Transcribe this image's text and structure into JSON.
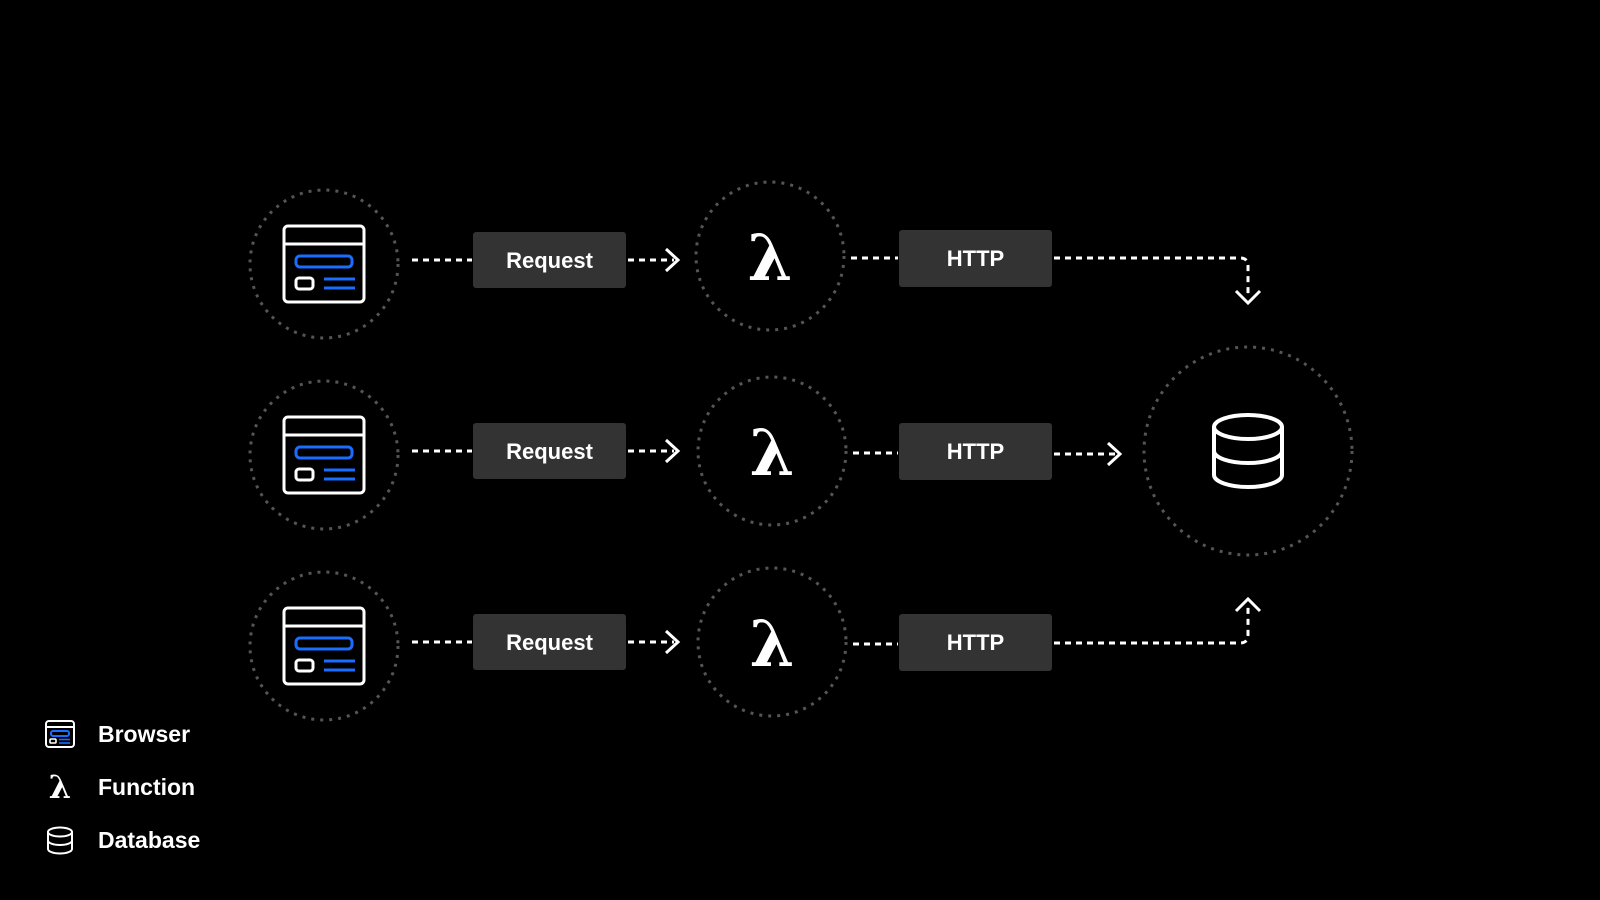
{
  "colors": {
    "background": "#000000",
    "foreground": "#ffffff",
    "accent": "#1a6dff",
    "node_border": "#555555",
    "label_box": "#333333"
  },
  "diagram": {
    "rows": [
      {
        "source": "browser-icon",
        "request_label": "Request",
        "function_symbol": "λ",
        "http_label": "HTTP"
      },
      {
        "source": "browser-icon",
        "request_label": "Request",
        "function_symbol": "λ",
        "http_label": "HTTP"
      },
      {
        "source": "browser-icon",
        "request_label": "Request",
        "function_symbol": "λ",
        "http_label": "HTTP"
      }
    ],
    "target": "database-icon"
  },
  "legend": {
    "items": [
      {
        "icon": "browser-icon",
        "label": "Browser"
      },
      {
        "icon": "lambda-icon",
        "symbol": "λ",
        "label": "Function"
      },
      {
        "icon": "database-icon",
        "label": "Database"
      }
    ]
  }
}
